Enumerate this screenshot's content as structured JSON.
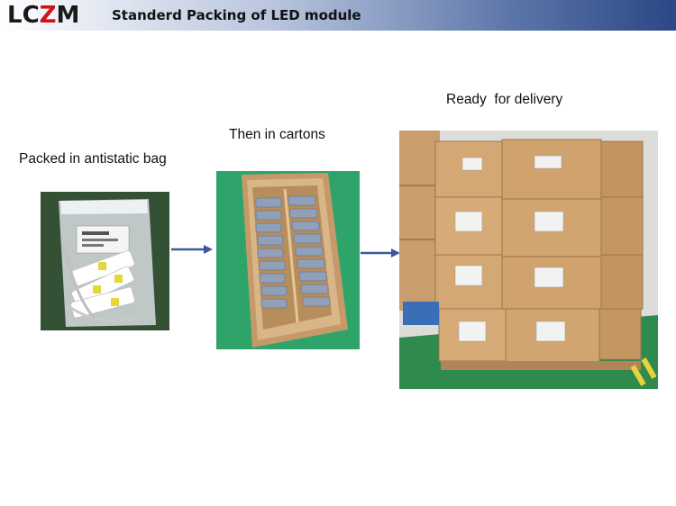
{
  "header": {
    "logo_part1": "LC",
    "logo_part2": "Z",
    "logo_part3": "M",
    "title": "Standerd Packing of LED module",
    "bar_color": "#2b4785",
    "logo_accent_color": "#d0121b"
  },
  "steps": [
    {
      "caption": "Packed in antistatic bag",
      "image_icon": "antistatic-bag-photo"
    },
    {
      "caption": "Then in cartons",
      "image_icon": "carton-box-photo"
    },
    {
      "caption": "Ready  for delivery",
      "image_icon": "pallet-stack-photo"
    }
  ]
}
